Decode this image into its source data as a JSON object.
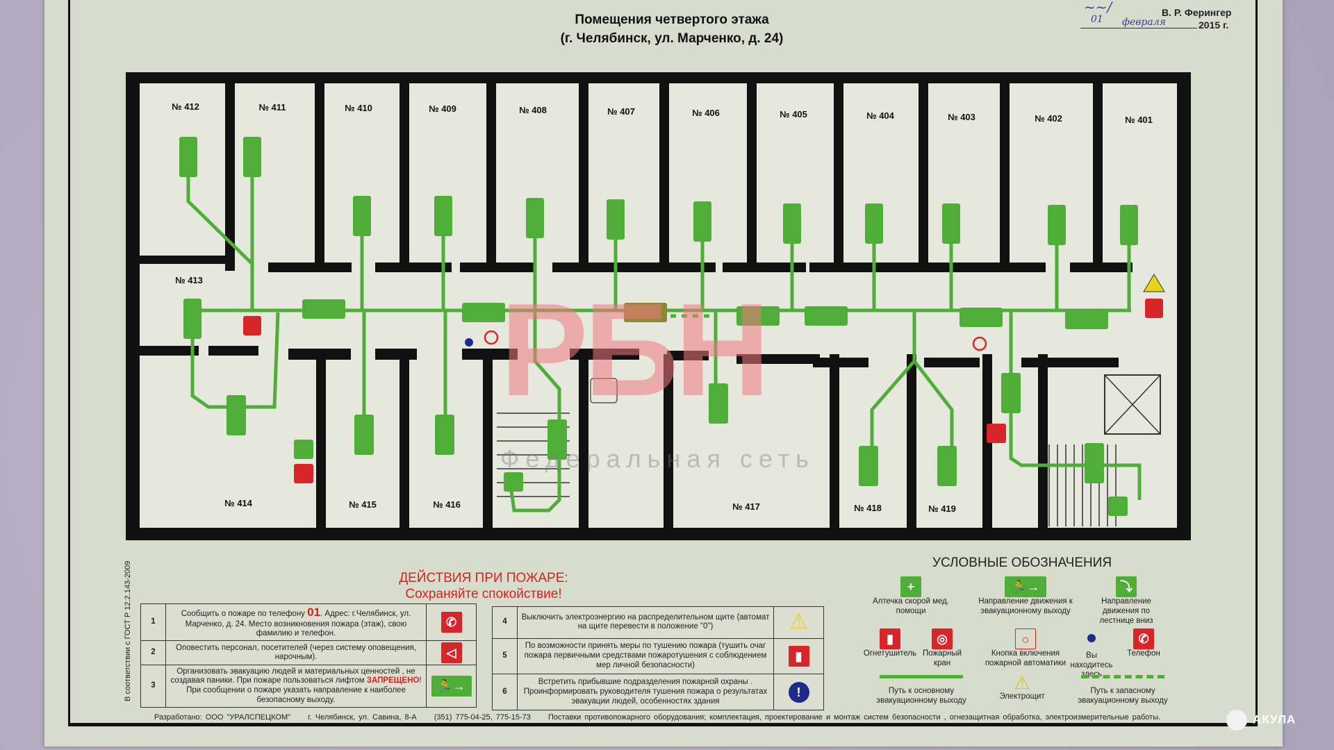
{
  "header": {
    "title_line1": "Помещения четвертого этажа",
    "title_line2": "(г. Челябинск, ул. Марченко, д. 24)",
    "approval_name": "В. Р. Ферингер",
    "approval_day": "01",
    "approval_month": "февраля",
    "approval_year": "2015 г."
  },
  "rooms": {
    "top": [
      "№ 412",
      "№ 411",
      "№ 410",
      "№ 409",
      "№ 408",
      "№ 407",
      "№ 406",
      "№ 405",
      "№ 404",
      "№ 403",
      "№ 402",
      "№ 401"
    ],
    "left": "№ 413",
    "bottom": [
      "№ 414",
      "№ 415",
      "№ 416",
      "№ 417",
      "№ 418",
      "№ 419"
    ]
  },
  "actions": {
    "heading": "ДЕЙСТВИЯ ПРИ ПОЖАРЕ:",
    "subheading": "Сохраняйте спокойствие!",
    "rows": [
      {
        "n": "1",
        "pre": "Сообщить о пожаре по телефону",
        "phone": "01",
        "post": ". Адрес: г.Челябинск, ул. Марченко, д. 24. Место возникновения пожара (этаж), свою фамилию и телефон."
      },
      {
        "n": "2",
        "text": "Оповестить персонал, посетителей (через систему оповещения, нарочным)."
      },
      {
        "n": "3",
        "pre": "Организовать эвакуацию людей и материальных ценностей , не создавая паники. При пожаре пользоваться лифтом",
        "forbidden": "ЗАПРЕЩЕНО",
        "post": "! При сообщении о пожаре указать направление к наиболее безопасному выходу."
      },
      {
        "n": "4",
        "text": "Выключить электроэнергию на распределительном щите (автомат на щите перевести в положение \"0\")"
      },
      {
        "n": "5",
        "text": "По возможности принять меры по тушению пожара (тушить очаг пожара первичными средствами пожаротушения с соблюдением мер личной безопасности)"
      },
      {
        "n": "6",
        "text": "Встретить прибывшие подразделения пожарной охраны . Проинформировать руководителя тушения пожара о результатах эвакуации людей, особенностях здания"
      }
    ]
  },
  "legend": {
    "title": "УСЛОВНЫЕ ОБОЗНАЧЕНИЯ",
    "items": [
      "Алтечка скорой мед. помощи",
      "Направление движения к эвакуационному выходу",
      "Направление движения по лестнице вниз",
      "Огнетушитель",
      "Пожарный кран",
      "Кнопка включения пожарной автоматики",
      "Вы находитесь здесь",
      "Телефон",
      "Путь к основному эвакуационному выходу",
      "Электрощит",
      "Путь к запасному эвакуационному выходу"
    ]
  },
  "footer": {
    "developer": "Разработано: ООО \"УРАЛСПЕЦКОМ\"",
    "address": "г. Челябинск, ул. Савина, 8-А",
    "phones": "(351) 775-04-25, 775-15-73",
    "services": "Поставки противопожарного оборудования; комплектация, проектирование и монтаж систем безопасности , огнезащитная обработка, электроизмерительные работы."
  },
  "gost": "В соответствии с ГОСТ Р 12.2.143-2009",
  "watermark": {
    "logo": "РБН",
    "text": "Федеральная сеть",
    "corner": "АКУЛА"
  },
  "colors": {
    "green": "#4fae38",
    "red": "#d8252a",
    "wall": "#111111",
    "panel": "#d8dccc"
  }
}
